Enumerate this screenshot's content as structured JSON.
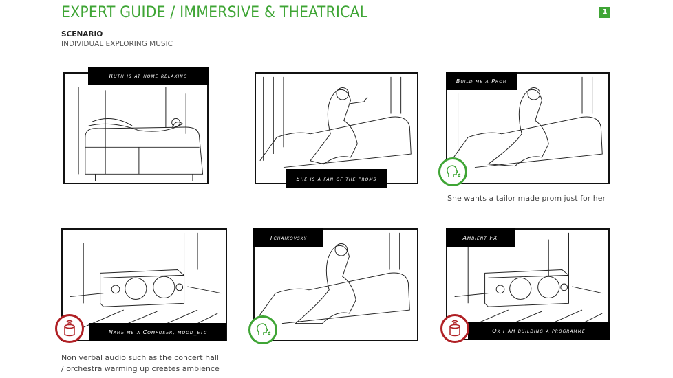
{
  "header": {
    "title": "EXPERT GUIDE / IMMERSIVE & THEATRICAL",
    "page_number": "1"
  },
  "scenario": {
    "label": "SCENARIO",
    "text": "INDIVIDUAL EXPLORING MUSIC"
  },
  "panels": [
    {
      "caption": "Ruth is at home relaxing"
    },
    {
      "caption": "She is a fan of the proms"
    },
    {
      "caption": "Build me a Prom",
      "note": "She wants a tailor made prom just for her"
    },
    {
      "caption": "Name me a Composer, mood_etc",
      "note_line1": "Non verbal audio such as the concert hall",
      "note_line2": "/ orchestra warming up creates ambience"
    },
    {
      "caption": "Tchaikovsky"
    },
    {
      "caption_top": "Ambient FX",
      "caption_bottom": "Ok I am building a programme"
    }
  ],
  "colors": {
    "accent": "#3fa535",
    "speaker": "#b02025"
  }
}
